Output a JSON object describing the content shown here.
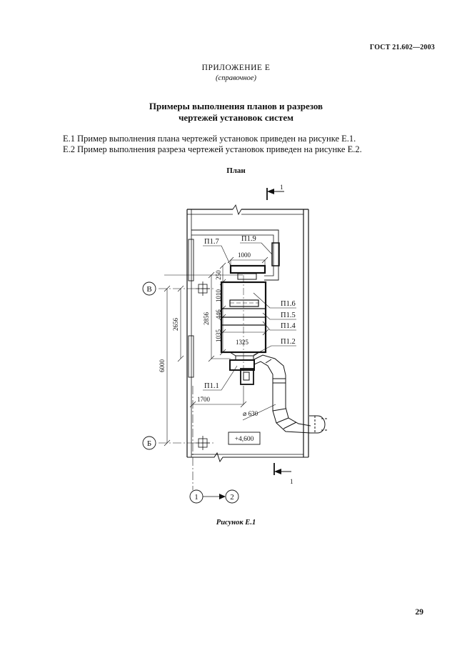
{
  "header": {
    "standard": "ГОСТ 21.602—2003"
  },
  "appendix": {
    "title": "ПРИЛОЖЕНИЕ Е",
    "subtitle": "(справочное)"
  },
  "heading": {
    "line1": "Примеры выполнения планов и разрезов",
    "line2": "чертежей установок систем"
  },
  "paragraphs": [
    "Е.1 Пример выполнения плана чертежей установок приведен на рисунке Е.1.",
    "Е.2 Пример выполнения разреза чертежей установок приведен на рисунке Е.2."
  ],
  "figure": {
    "title": "План",
    "caption": "Рисунок Е.1",
    "labels": {
      "p1_1": "П1.1",
      "p1_2": "П1.2",
      "p1_4": "П1.4",
      "p1_5": "П1.5",
      "p1_6": "П1.6",
      "p1_7": "П1.7",
      "p1_9": "П1.9"
    },
    "dimensions": {
      "d1000": "1000",
      "d250": "250",
      "d1010": "1010",
      "d446": "446",
      "d1035": "1035",
      "d1325": "1325",
      "d2856": "2856",
      "d2656": "2656",
      "d6000": "6000",
      "d1700": "1700",
      "d630": "⌀ 630"
    },
    "axes": {
      "v": "В",
      "b": "Б",
      "a1": "1",
      "a2": "2"
    },
    "section_mark": "1",
    "elevation": "+4,600"
  },
  "footer": {
    "page": "29"
  }
}
